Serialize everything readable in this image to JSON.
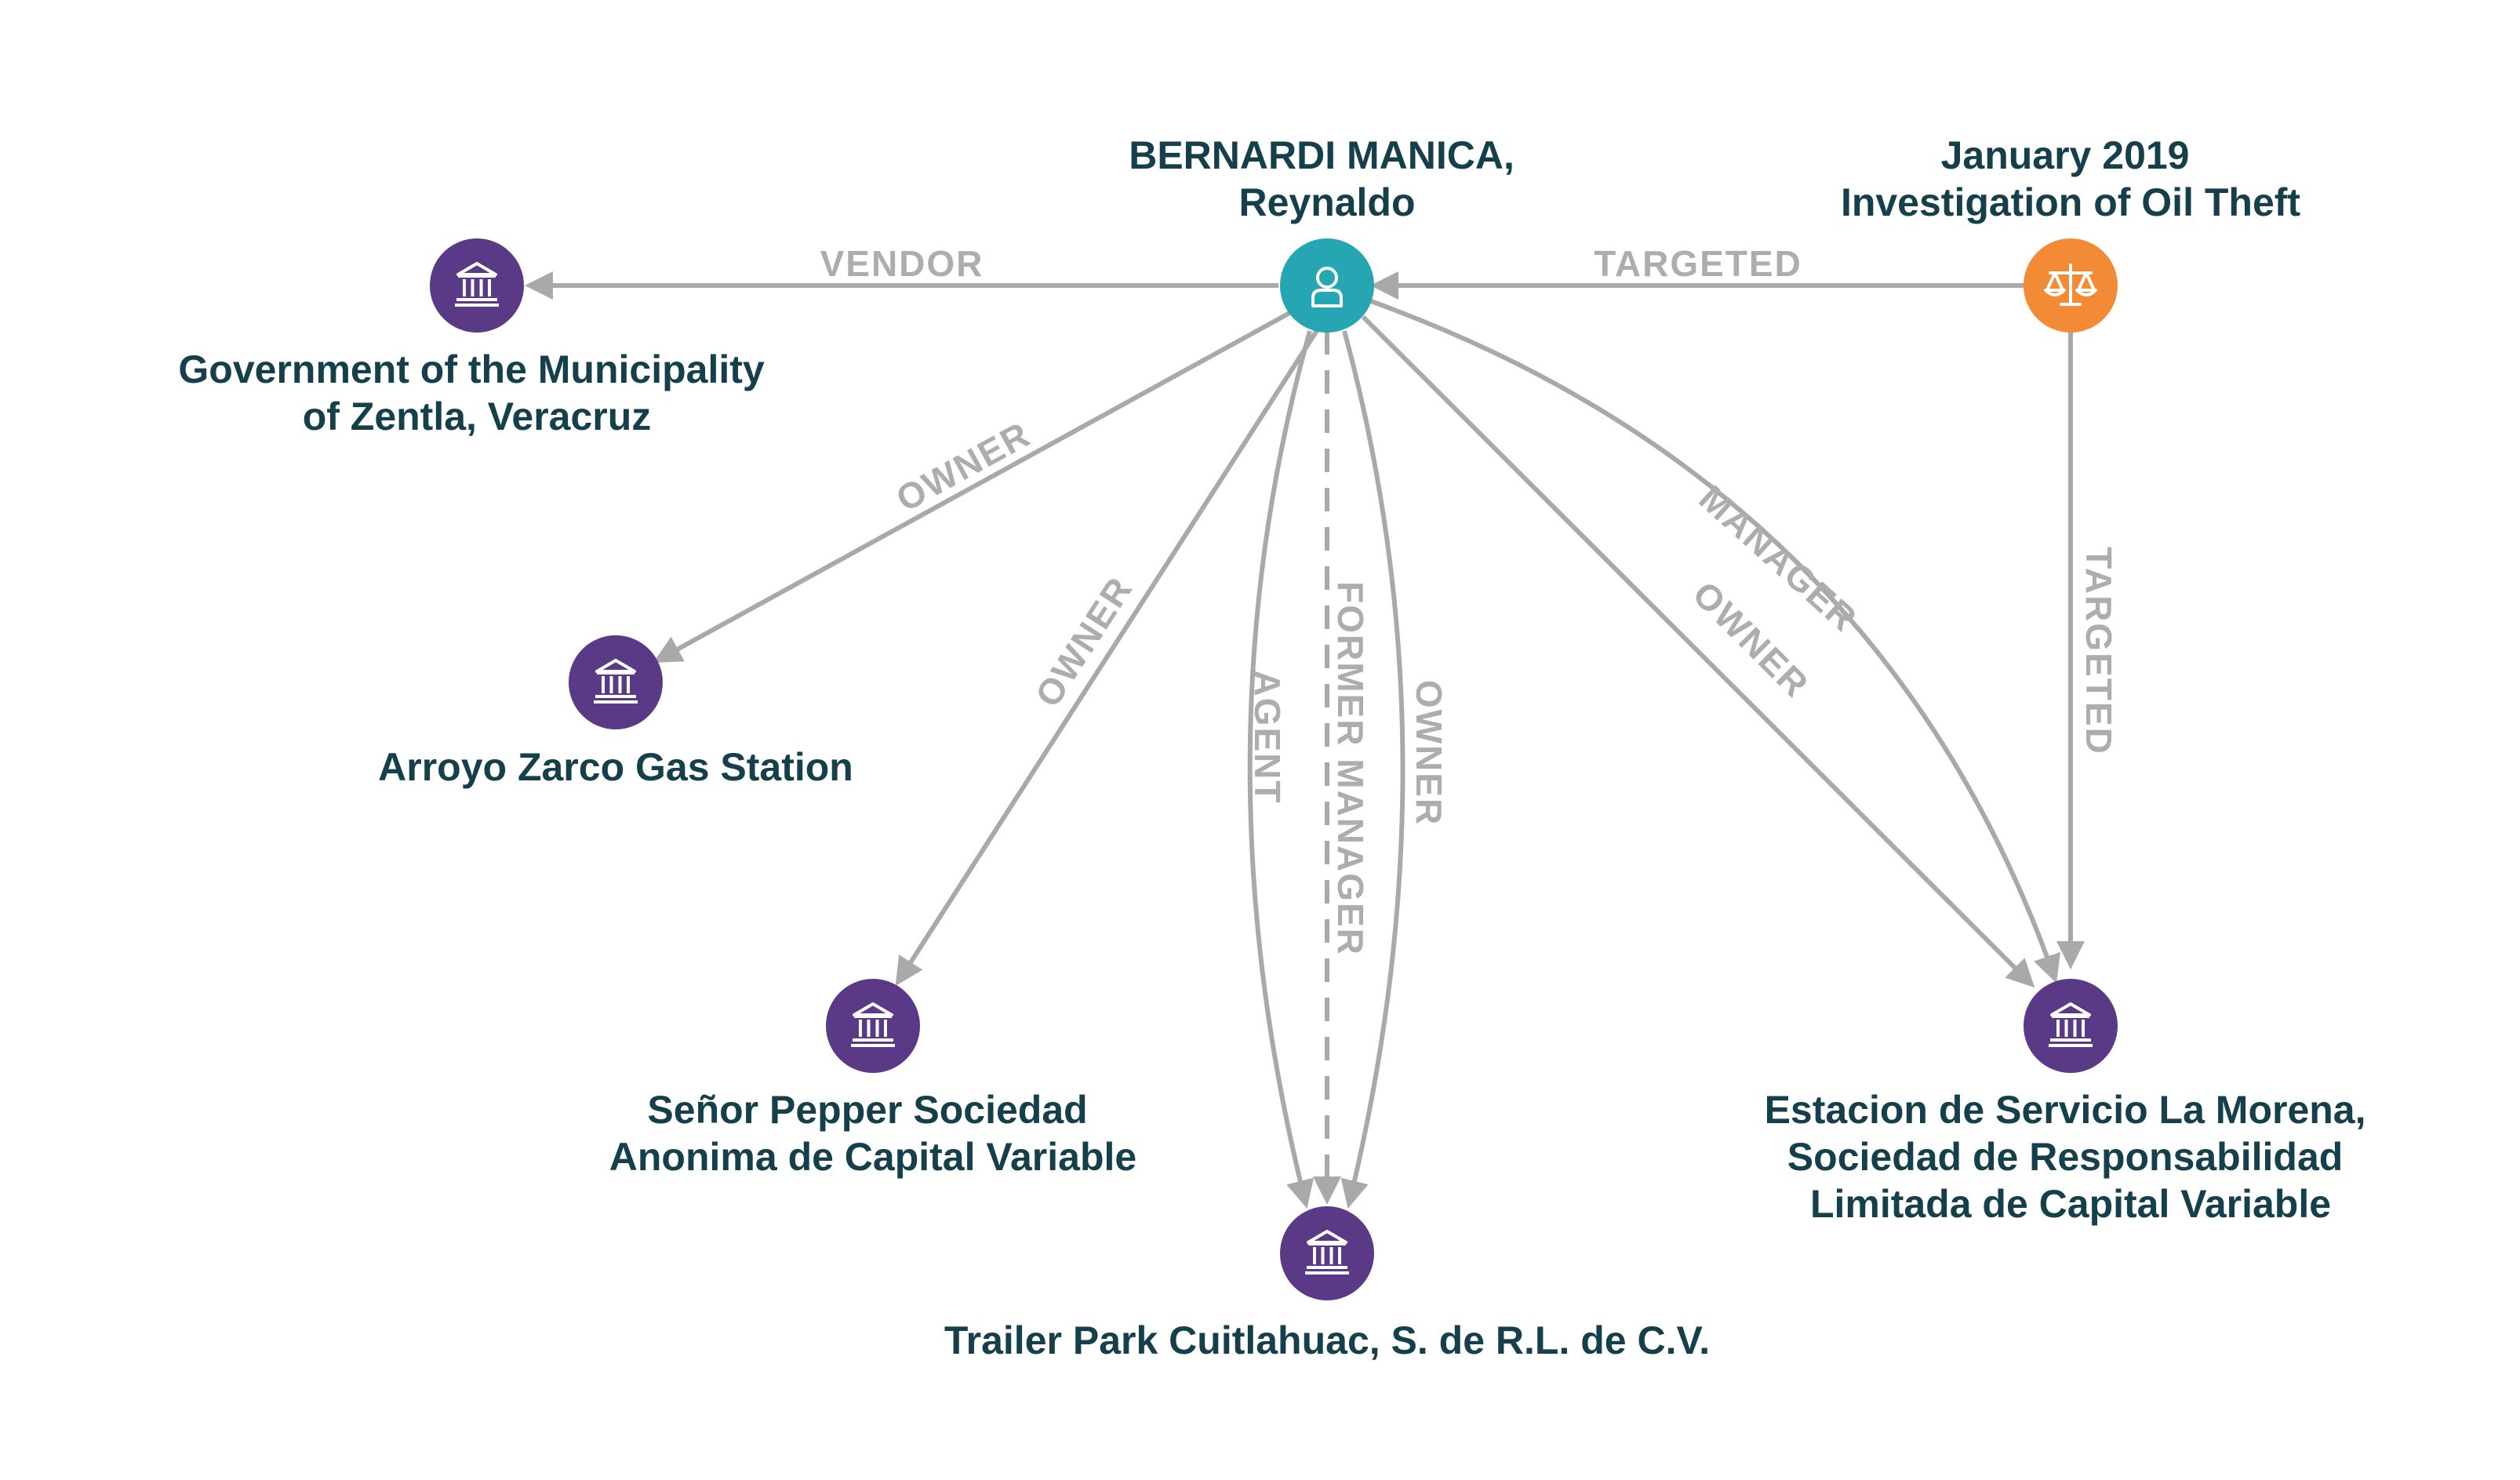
{
  "colors": {
    "edge": "#a9a9a9",
    "edge_label": "#adadad",
    "node_label": "#143f4b",
    "person": "#26a6b3",
    "organization": "#5a3a86",
    "investigation": "#f38b36"
  },
  "nodes": {
    "person": {
      "label_lines": [
        "BERNARDI MANICA,",
        "Reynaldo"
      ],
      "icon": "person-icon",
      "kind": "person"
    },
    "investigation": {
      "label_lines": [
        "January 2019",
        "Investigation of Oil Theft"
      ],
      "icon": "scales-icon",
      "kind": "investigation"
    },
    "government": {
      "label_lines": [
        "Government of the Municipality",
        "of Zentla, Veracruz"
      ],
      "icon": "bank-icon",
      "kind": "organization"
    },
    "arroyo": {
      "label_lines": [
        "Arroyo Zarco Gas Station"
      ],
      "icon": "bank-icon",
      "kind": "organization"
    },
    "pepper": {
      "label_lines": [
        "Señor Pepper Sociedad",
        "Anonima de Capital Variable"
      ],
      "icon": "bank-icon",
      "kind": "organization"
    },
    "trailer": {
      "label_lines": [
        "Trailer Park Cuitlahuac, S. de R.L. de C.V."
      ],
      "icon": "bank-icon",
      "kind": "organization"
    },
    "morena": {
      "label_lines": [
        "Estacion de Servicio La Morena,",
        "Sociedad de Responsabilidad",
        "Limitada de Capital Variable"
      ],
      "icon": "bank-icon",
      "kind": "organization"
    }
  },
  "edges": [
    {
      "id": "vendor",
      "from": "person",
      "to": "government",
      "label": "VENDOR",
      "style": "solid"
    },
    {
      "id": "targeted-person",
      "from": "investigation",
      "to": "person",
      "label": "TARGETED",
      "style": "solid"
    },
    {
      "id": "owner-arroyo",
      "from": "person",
      "to": "arroyo",
      "label": "OWNER",
      "style": "solid"
    },
    {
      "id": "owner-pepper",
      "from": "person",
      "to": "pepper",
      "label": "OWNER",
      "style": "solid"
    },
    {
      "id": "agent-trailer",
      "from": "person",
      "to": "trailer",
      "label": "AGENT",
      "style": "solid"
    },
    {
      "id": "former-manager-trailer",
      "from": "person",
      "to": "trailer",
      "label": "FORMER MANAGER",
      "style": "dashed"
    },
    {
      "id": "owner-trailer",
      "from": "person",
      "to": "trailer",
      "label": "OWNER",
      "style": "solid"
    },
    {
      "id": "owner-morena",
      "from": "person",
      "to": "morena",
      "label": "OWNER",
      "style": "solid"
    },
    {
      "id": "manager-morena",
      "from": "person",
      "to": "morena",
      "label": "MANAGER",
      "style": "solid"
    },
    {
      "id": "targeted-morena",
      "from": "investigation",
      "to": "morena",
      "label": "TARGETED",
      "style": "solid"
    }
  ]
}
